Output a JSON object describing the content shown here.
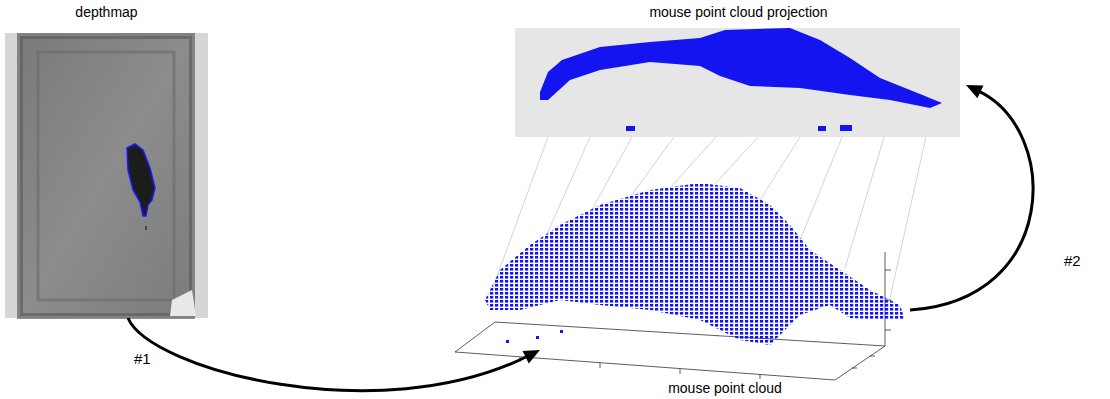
{
  "diagram": {
    "nodes": [
      {
        "text": [
          "depthmap"
        ]
      },
      {
        "text": [
          "mouse point cloud projection"
        ]
      },
      {
        "text": [
          "mouse point cloud"
        ]
      }
    ],
    "edges": [
      {
        "from": 0,
        "to": 2,
        "arrow": "to",
        "label": "#1"
      },
      {
        "from": 2,
        "to": 1,
        "arrow": "to",
        "label": "#2"
      }
    ]
  }
}
